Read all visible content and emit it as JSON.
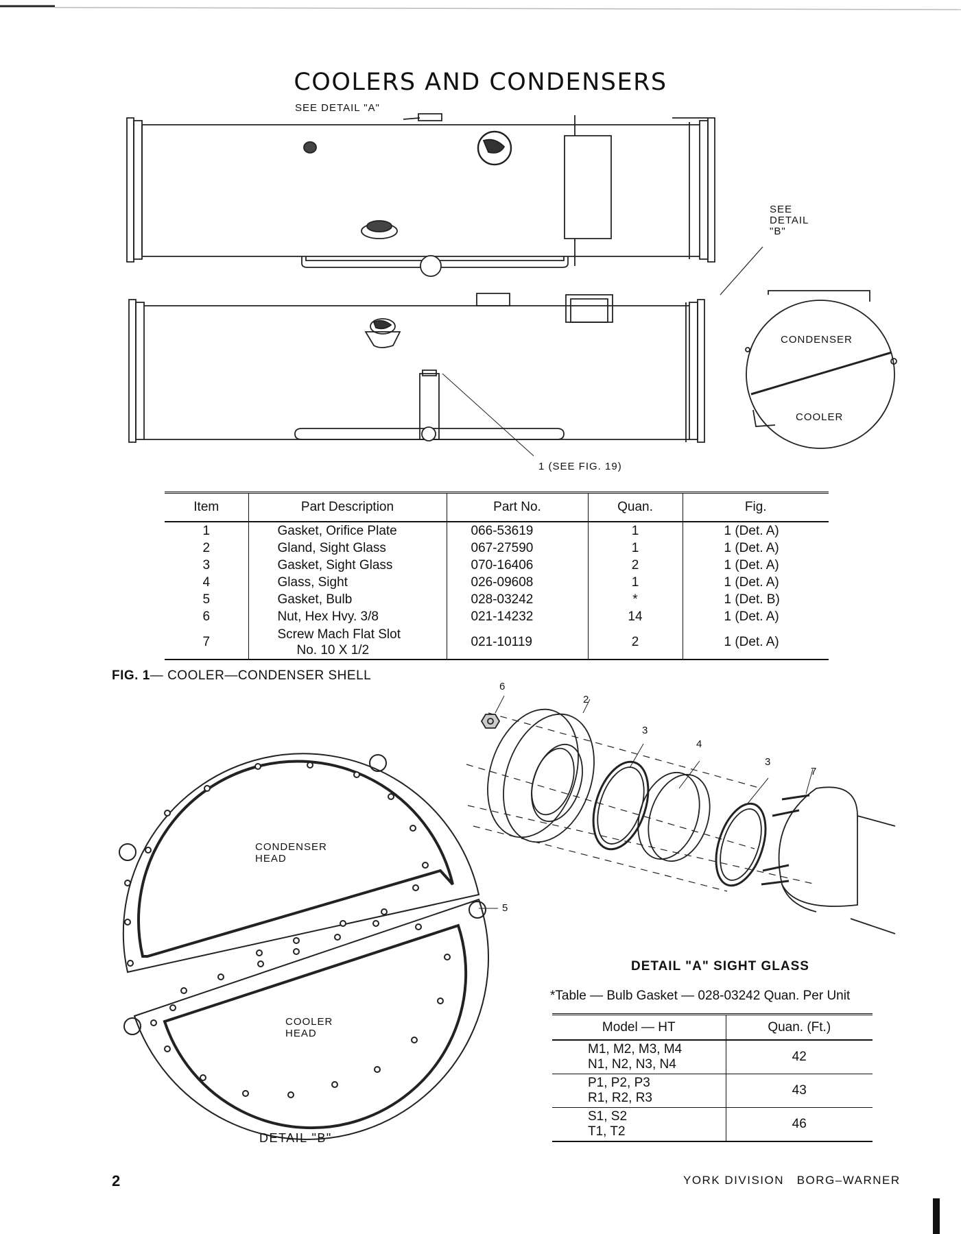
{
  "page": {
    "title": "COOLERS AND CONDENSERS",
    "page_number": "2",
    "footer": "YORK DIVISION   BORG–WARNER"
  },
  "fig1": {
    "see_detail_a": "SEE DETAIL \"A\"",
    "see_detail_b_1": "SEE",
    "see_detail_b_2": "DETAIL",
    "see_detail_b_3": "\"B\"",
    "condenser_label": "CONDENSER",
    "cooler_label": "COOLER",
    "callout_1": "1 (SEE FIG. 19)",
    "caption_prefix": "FIG. 1",
    "caption_text": "— COOLER—CONDENSER SHELL"
  },
  "parts_table": {
    "headers": [
      "Item",
      "Part Description",
      "Part No.",
      "Quan.",
      "Fig."
    ],
    "rows": [
      {
        "item": "1",
        "desc": "Gasket, Orifice Plate",
        "desc2": "",
        "part_no": "066-53619",
        "quan": "1",
        "fig": "1 (Det. A)"
      },
      {
        "item": "2",
        "desc": "Gland, Sight Glass",
        "desc2": "",
        "part_no": "067-27590",
        "quan": "1",
        "fig": "1 (Det. A)"
      },
      {
        "item": "3",
        "desc": "Gasket, Sight Glass",
        "desc2": "",
        "part_no": "070-16406",
        "quan": "2",
        "fig": "1 (Det. A)"
      },
      {
        "item": "4",
        "desc": "Glass, Sight",
        "desc2": "",
        "part_no": "026-09608",
        "quan": "1",
        "fig": "1 (Det. A)"
      },
      {
        "item": "5",
        "desc": "Gasket, Bulb",
        "desc2": "",
        "part_no": "028-03242",
        "quan": "*",
        "fig": "1 (Det. B)"
      },
      {
        "item": "6",
        "desc": "Nut, Hex Hvy. 3/8",
        "desc2": "",
        "part_no": "021-14232",
        "quan": "14",
        "fig": "1 (Det. A)"
      },
      {
        "item": "7",
        "desc": "Screw Mach Flat Slot",
        "desc2": "No. 10 X 1/2",
        "part_no": "021-10119",
        "quan": "2",
        "fig": "1 (Det. A)"
      }
    ]
  },
  "detail_b": {
    "condenser_head_1": "CONDENSER",
    "condenser_head_2": "HEAD",
    "cooler_head_1": "COOLER",
    "cooler_head_2": "HEAD",
    "callout_5": "5",
    "caption": "DETAIL \"B\""
  },
  "detail_a": {
    "callouts": {
      "n6": "6",
      "n2": "2",
      "n3a": "3",
      "n4": "4",
      "n3b": "3",
      "n7": "7"
    },
    "caption": "DETAIL \"A\" SIGHT GLASS"
  },
  "bulb_table": {
    "title": "*Table — Bulb Gasket — 028-03242 Quan. Per Unit",
    "headers": [
      "Model — HT",
      "Quan. (Ft.)"
    ],
    "rows": [
      {
        "m1": "M1, M2, M3, M4",
        "m2": "N1, N2, N3, N4",
        "q": "42"
      },
      {
        "m1": "P1, P2, P3",
        "m2": "R1, R2, R3",
        "q": "43"
      },
      {
        "m1": "S1, S2",
        "m2": "T1, T2",
        "q": "46"
      }
    ]
  }
}
